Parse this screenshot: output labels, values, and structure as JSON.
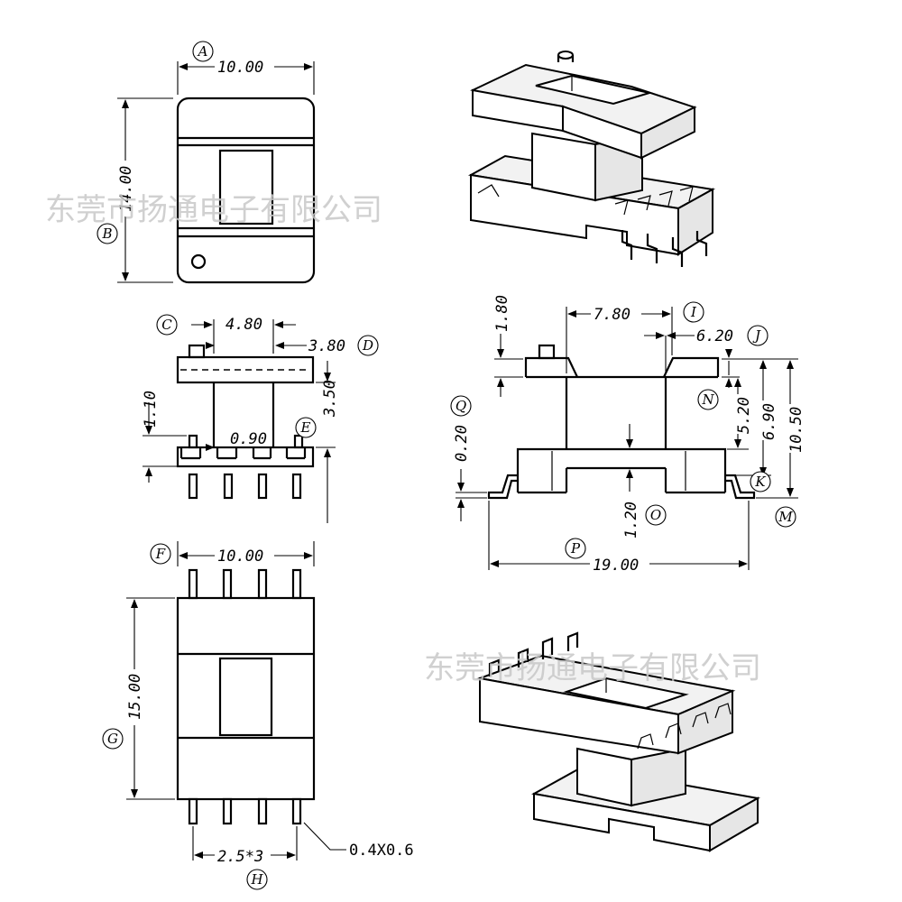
{
  "watermark": {
    "text": "东莞市扬通电子有限公司"
  },
  "top_view": {
    "label_a": "A",
    "width": "10.00",
    "label_b": "B",
    "height": "14.00"
  },
  "side_view": {
    "label_c": "C",
    "dim_c": "4.80",
    "label_d": "D",
    "dim_d": "3.80",
    "label_e": "E",
    "dim_e": "3.50",
    "dim_left": "1.10",
    "dim_bottom": "0.90"
  },
  "bottom_view": {
    "label_f": "F",
    "width": "10.00",
    "label_g": "G",
    "height": "15.00",
    "label_h": "H",
    "pitch": "2.5*3",
    "pin_note": "0.4X0.6"
  },
  "front_view": {
    "dim_top_left": "1.80",
    "label_i": "I",
    "dim_i": "7.80",
    "label_j": "J",
    "dim_j": "6.20",
    "label_n": "N",
    "dim_n": "5.20",
    "dim_69": "6.90",
    "dim_1050": "10.50",
    "label_q": "Q",
    "dim_q": "0.20",
    "label_k": "K",
    "label_m": "M",
    "label_o": "O",
    "dim_o": "1.20",
    "label_p": "P",
    "width": "19.00"
  }
}
